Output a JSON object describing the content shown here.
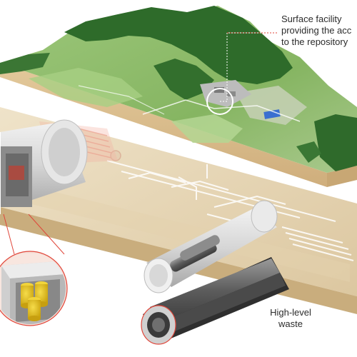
{
  "labels": {
    "surface_facility": [
      "Surface facility",
      "providing the acc",
      "to the repository"
    ],
    "high_level_waste": [
      "High-level",
      "waste"
    ]
  },
  "colors": {
    "forest": "#2e6b2a",
    "meadow": "#8fbf6a",
    "soil_top": "#e8d2a8",
    "soil_side": "#d9bb8a",
    "tunnel_concrete": "#d9d9d9",
    "canister_steel": "#6f6f6f",
    "drum_yellow": "#e5c21c",
    "leader_red": "#e0463a",
    "pond_blue": "#3a6fd0"
  }
}
